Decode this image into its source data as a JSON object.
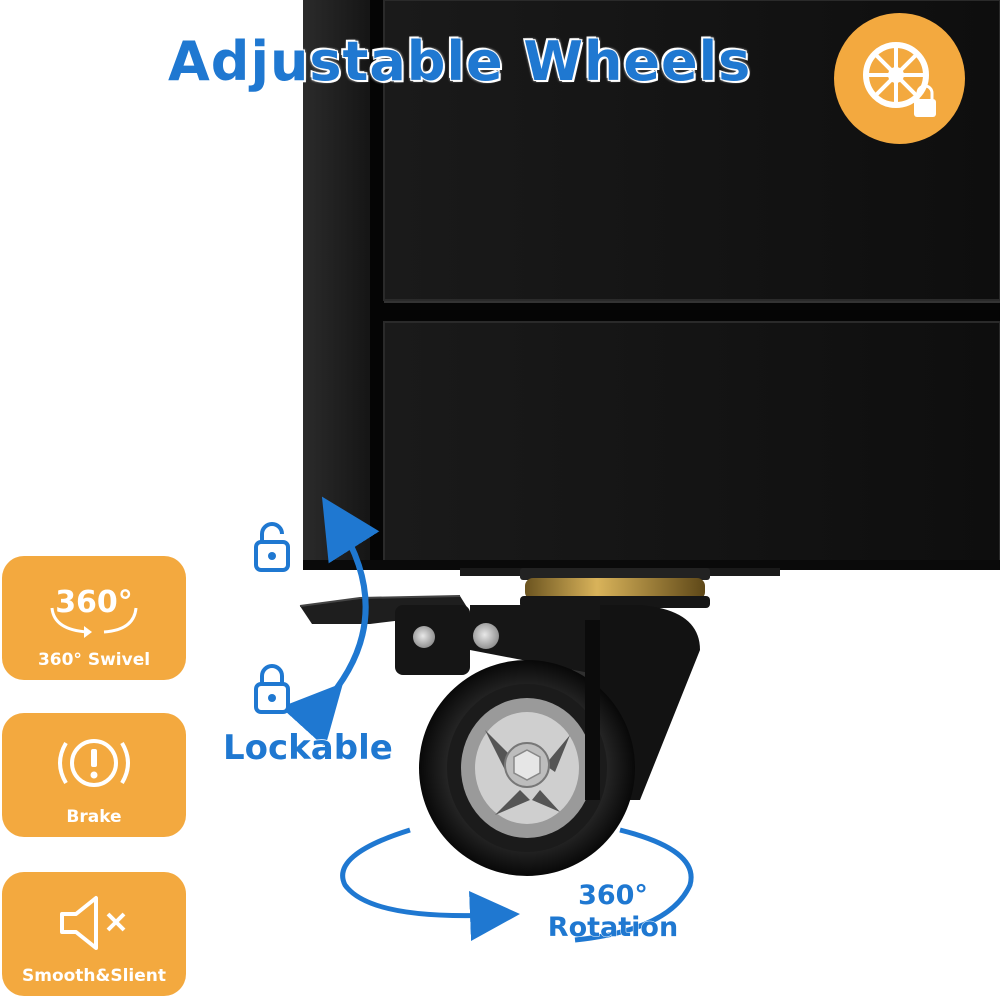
{
  "headline": "Adjustable Wheels",
  "badge": {
    "icon": "wheel-lock-icon"
  },
  "features": [
    {
      "label": "360° Swivel",
      "icon_text": "360°",
      "icon": "rotate-360-icon"
    },
    {
      "label": "Brake",
      "icon": "brake-warning-icon"
    },
    {
      "label": "Smooth&Slient",
      "icon": "speaker-mute-icon"
    }
  ],
  "callouts": {
    "lockable": "Lockable",
    "rotation_line1": "360°",
    "rotation_line2": "Rotation"
  },
  "colors": {
    "accent_blue": "#1f78d1",
    "accent_orange": "#f3a93f",
    "cabinet_black": "#141414"
  }
}
